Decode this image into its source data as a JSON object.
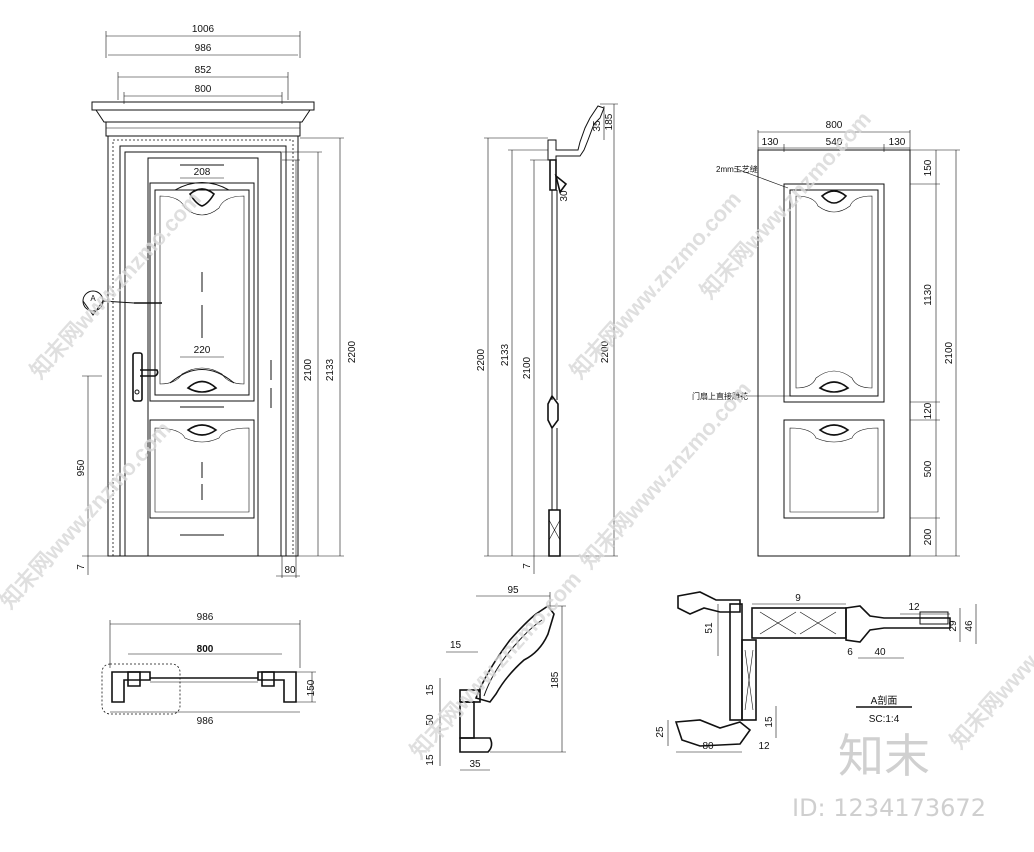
{
  "front_view": {
    "top_dims": [
      "1006",
      "986",
      "852",
      "800"
    ],
    "height_dims": [
      "2100",
      "2133",
      "2200"
    ],
    "handle_height": "950",
    "floor_gap": "7",
    "frame_width": "80",
    "panel_widths": [
      "208",
      "220"
    ],
    "section_tag": "A"
  },
  "side_view": {
    "height_dims": [
      "2200",
      "2133",
      "2100",
      "2200"
    ],
    "cap_dims": [
      "185",
      "35"
    ],
    "small_dim": "30",
    "floor_gap": "7"
  },
  "leaf_view": {
    "width_total": "800",
    "width_parts": [
      "130",
      "540",
      "130"
    ],
    "height_total": "2100",
    "height_parts": [
      "150",
      "1130",
      "120",
      "500",
      "200"
    ],
    "note_gap": "2mm工艺缝",
    "note_carving": "门扇上直接雕花"
  },
  "plan_view": {
    "top_width": "986",
    "inner_width": "800",
    "bottom_width": "986",
    "depth": "150"
  },
  "crown_detail": {
    "dims": [
      "95",
      "15",
      "15",
      "50",
      "15",
      "185",
      "35"
    ]
  },
  "section_a": {
    "title": "A剖面",
    "scale": "SC:1:4",
    "dims": [
      "9",
      "12",
      "51",
      "40",
      "29",
      "46",
      "25",
      "80",
      "12",
      "15",
      "6"
    ]
  },
  "watermark": {
    "text": "知末网www.znzmo.com",
    "brand": "知末",
    "id_text": "ID: 1234173672"
  },
  "colors": {
    "line": "#111111",
    "watermark": "#d8d8d8"
  }
}
